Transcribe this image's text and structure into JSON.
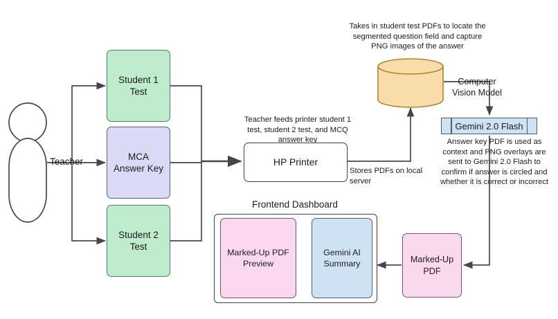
{
  "diagram": {
    "title": "Student test grading pipeline flowchart",
    "colors": {
      "green": "#bfeccd",
      "purple": "#dadaf4",
      "pink": "#fbd8ef",
      "blue": "#cfe2f3",
      "orange": "#f8ddaa",
      "stroke": "#3d3d4e"
    },
    "nodes": {
      "teacher": {
        "label": "Teacher"
      },
      "student1": {
        "label": "Student 1\nTest"
      },
      "answer_key": {
        "label": "MCA\nAnswer Key"
      },
      "student2": {
        "label": "Student 2\nTest"
      },
      "printer": {
        "label": "HP Printer"
      },
      "cv_model": {
        "label": "Computer\nVision Model"
      },
      "gemini": {
        "label": "Gemini 2.0 Flash"
      },
      "marked_pdf": {
        "label": "Marked-Up\nPDF"
      }
    },
    "dashboard": {
      "title": "Frontend Dashboard",
      "panels": [
        {
          "label": "Marked-Up PDF\nPreview"
        },
        {
          "label": "Gemini AI\nSummary"
        }
      ]
    },
    "annotations": {
      "to_printer": "Teacher feeds printer student 1 test, student 2 test, and MCQ answer key",
      "stores_pdfs": "Stores PDFs on local server",
      "cv_model_desc": "Takes in student test PDFs to locate the segmented question field and capture PNG images of the answer",
      "gemini_desc": "Answer key PDF is used as context and PNG overlays are sent to Gemini 2.0 Flash to confirm if answer is circled and whether it is correct or incorrect"
    }
  }
}
